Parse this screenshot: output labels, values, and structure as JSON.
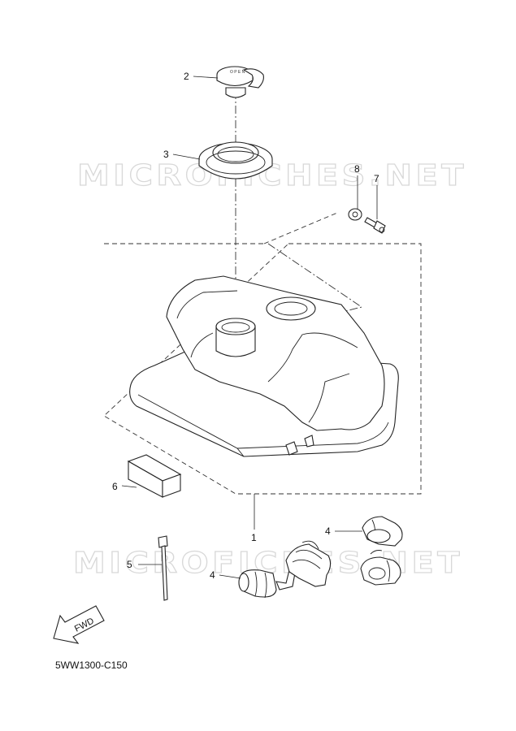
{
  "watermark": "MICROFICHES.NET",
  "diagram_code": "5WW1300-C150",
  "fwd_label": "FWD",
  "callouts": {
    "p1": "1",
    "p2": "2",
    "p3": "3",
    "p4a": "4",
    "p4b": "4",
    "p5": "5",
    "p6": "6",
    "p7": "7",
    "p8": "8"
  }
}
